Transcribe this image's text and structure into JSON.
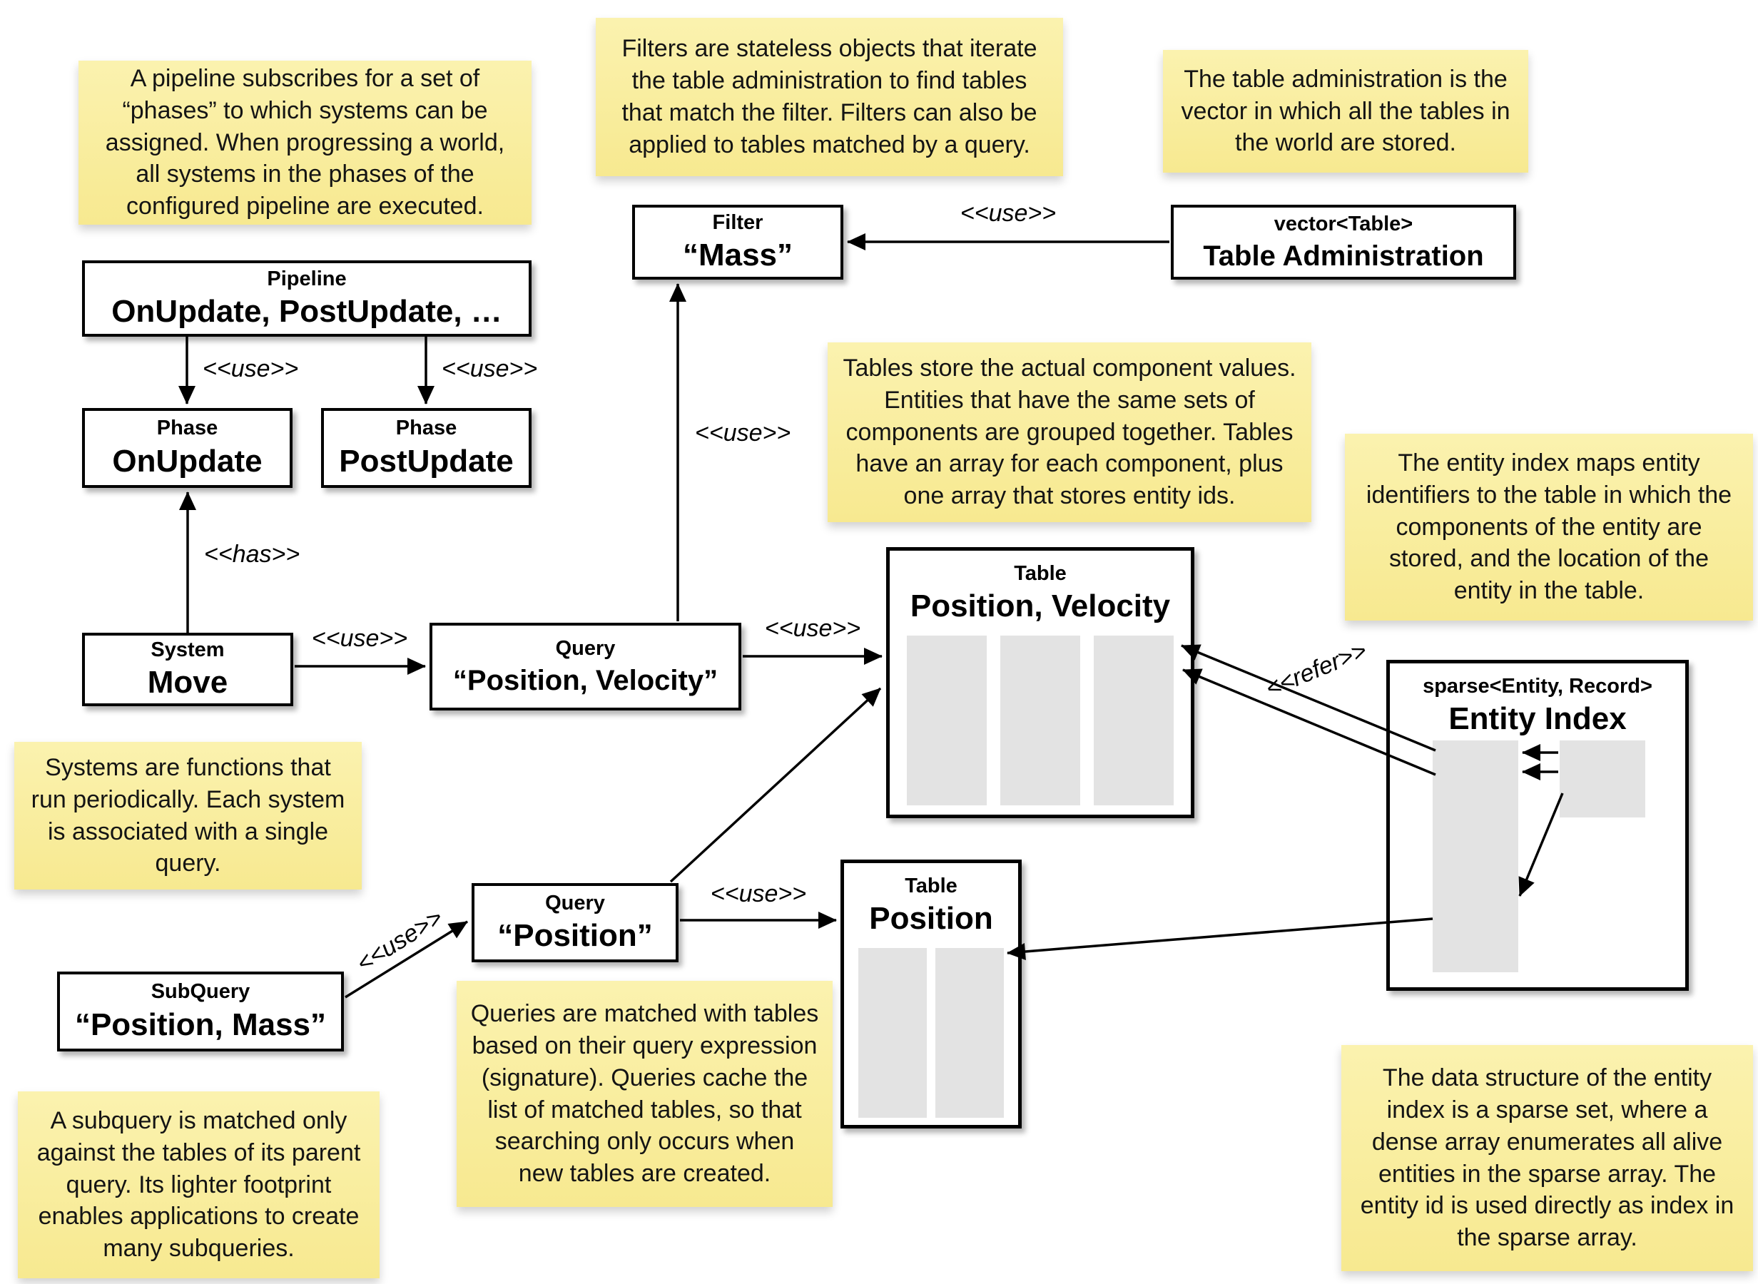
{
  "notes": {
    "pipeline": "A pipeline subscribes for a set of “phases” to which systems can be assigned. When progressing a world, all systems in the phases of the configured pipeline are executed.",
    "filters": "Filters are stateless objects that iterate the table administration to find tables that match the filter. Filters can also be applied to tables matched by a query.",
    "table_admin": "The table administration is the vector in which all the tables in the world are stored.",
    "tables": "Tables store the actual component values. Entities that have the same sets of components are grouped together. Tables have an array for each component, plus one array that stores entity ids.",
    "entity_index": "The entity index maps entity identifiers to the table in which the components of the entity are stored, and the location of the entity in the table.",
    "systems": "Systems are functions that run periodically. Each system is associated with a single query.",
    "queries": "Queries are matched with tables based on their query expression (signature). Queries cache the list of matched tables, so that searching only occurs when new tables are created.",
    "subquery": "A subquery is matched only against the tables of its parent query. Its lighter footprint enables applications to create many subqueries.",
    "sparse_set": "The data structure of the entity index is a sparse set, where a dense array enumerates all alive entities in the sparse array. The entity id is used directly as index in the sparse array."
  },
  "boxes": {
    "pipeline": {
      "title": "Pipeline",
      "value": "OnUpdate, PostUpdate, …"
    },
    "phase_onupdate": {
      "title": "Phase",
      "value": "OnUpdate"
    },
    "phase_postupdate": {
      "title": "Phase",
      "value": "PostUpdate"
    },
    "filter_mass": {
      "title": "Filter",
      "value": "“Mass”"
    },
    "table_admin": {
      "title": "vector<Table>",
      "value": "Table Administration"
    },
    "system_move": {
      "title": "System",
      "value": "Move"
    },
    "query_position_velocity": {
      "title": "Query",
      "value": "“Position, Velocity”"
    },
    "table_position_velocity": {
      "title": "Table",
      "value": "Position, Velocity"
    },
    "entity_index": {
      "title": "sparse<Entity, Record>",
      "value": "Entity Index"
    },
    "query_position": {
      "title": "Query",
      "value": "“Position”"
    },
    "subquery_position_mass": {
      "title": "SubQuery",
      "value": "“Position, Mass”"
    },
    "table_position": {
      "title": "Table",
      "value": "Position"
    }
  },
  "labels": {
    "use": "<<use>>",
    "has": "<<has>>",
    "refer": "<<refer>>"
  },
  "colors": {
    "note_bg": "#F8EC9C",
    "box_border": "#000000",
    "array_fill": "#E3E3E3"
  }
}
